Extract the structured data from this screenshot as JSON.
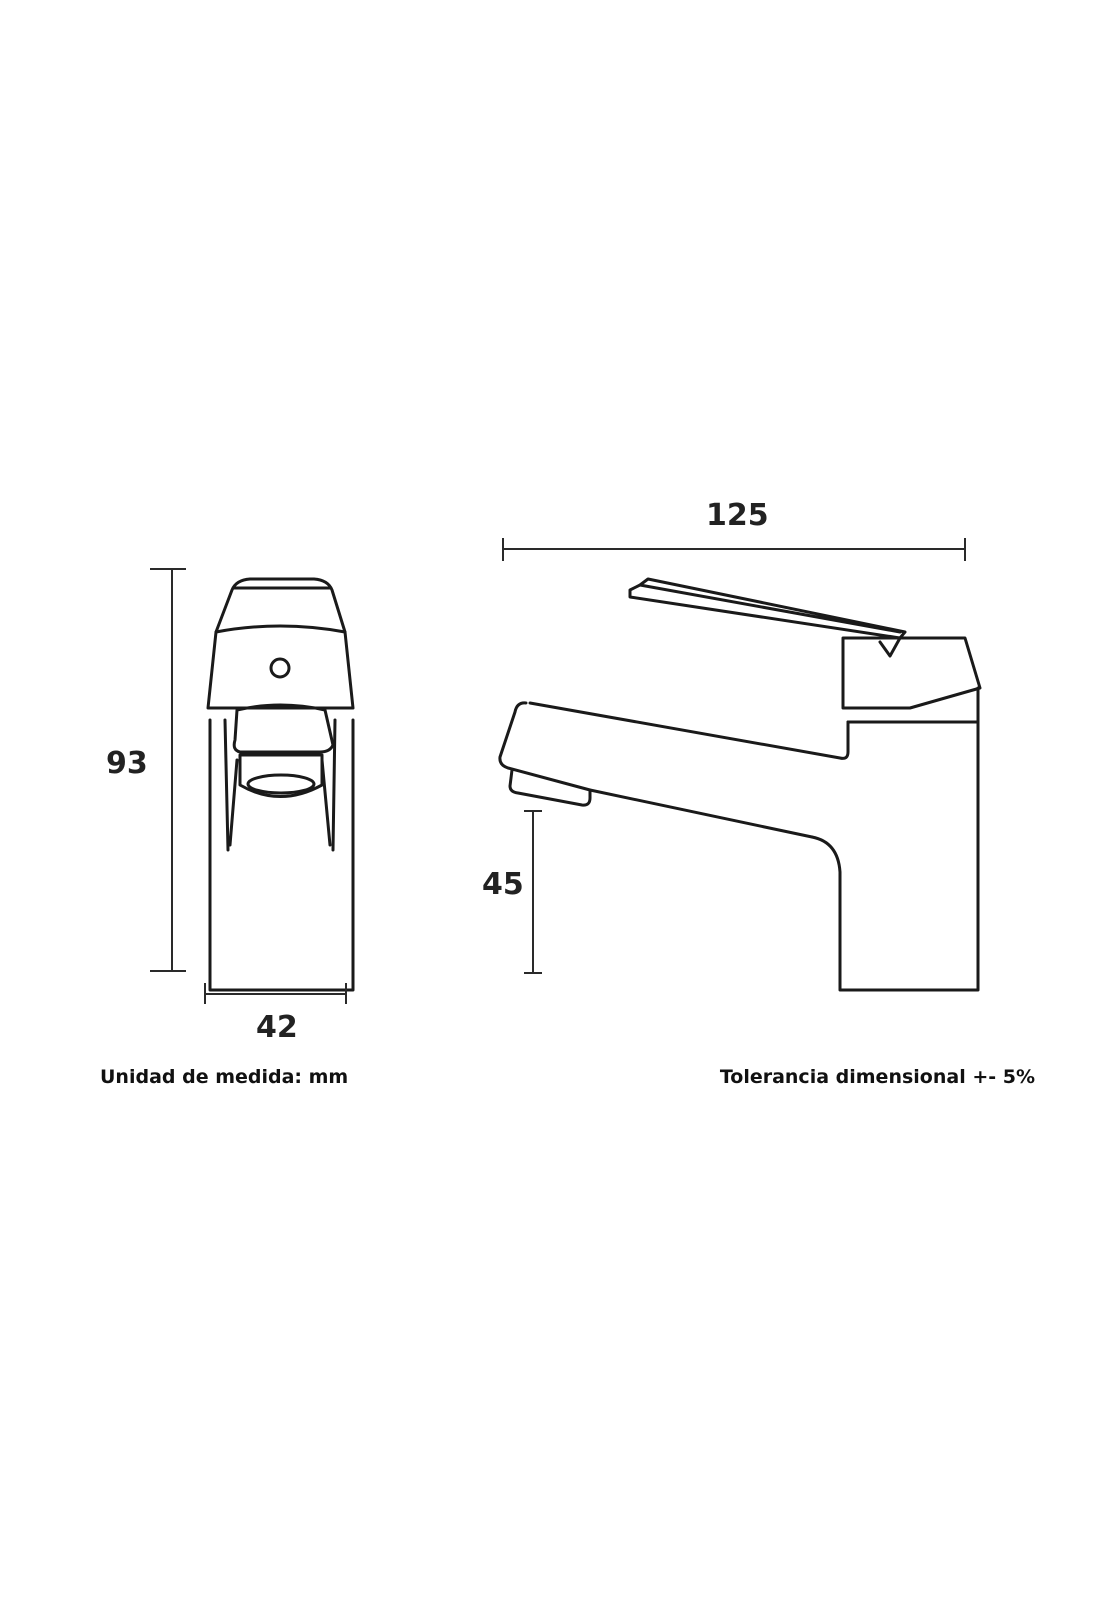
{
  "dimensions": {
    "height": "93",
    "width_front": "42",
    "length": "125",
    "spout_height": "45"
  },
  "notes": {
    "unit": "Unidad de medida: mm",
    "tolerance": "Tolerancia dimensional +- 5%"
  },
  "colors": {
    "line": "#1a1a1a",
    "background": "#ffffff"
  }
}
